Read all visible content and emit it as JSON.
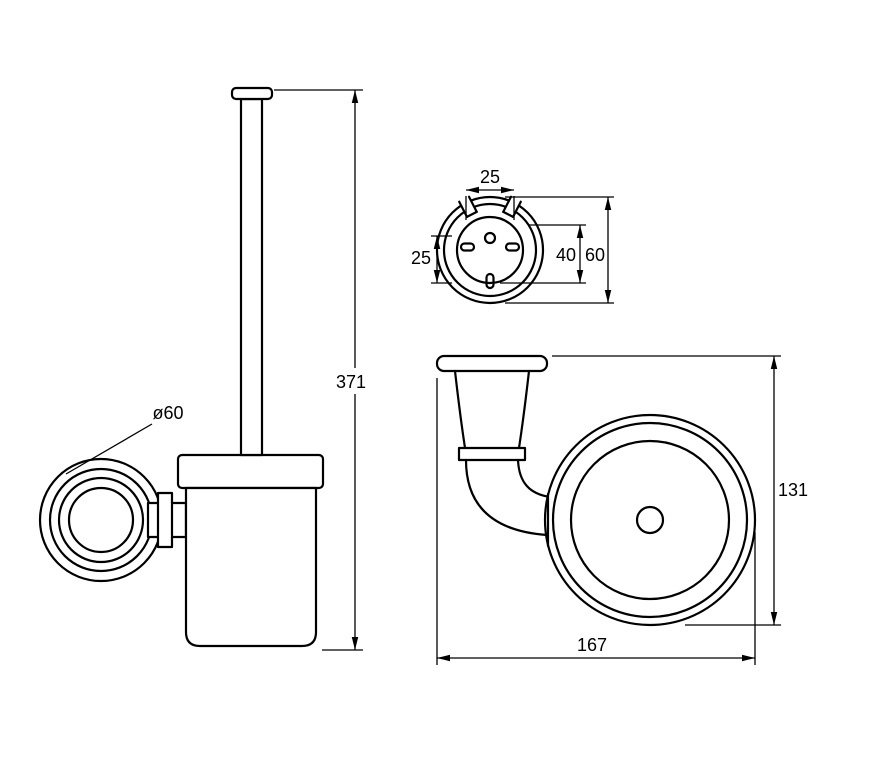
{
  "drawing": {
    "background_color": "#ffffff",
    "line_color": "#000000",
    "views": {
      "side": {
        "overall_height": "371",
        "mount_diameter": "ø60"
      },
      "plate": {
        "slot_spacing_horizontal": "25",
        "slot_spacing_vertical": "25",
        "inner_span": "40",
        "plate_diameter": "60"
      },
      "top": {
        "depth": "131",
        "length": "167"
      }
    }
  }
}
